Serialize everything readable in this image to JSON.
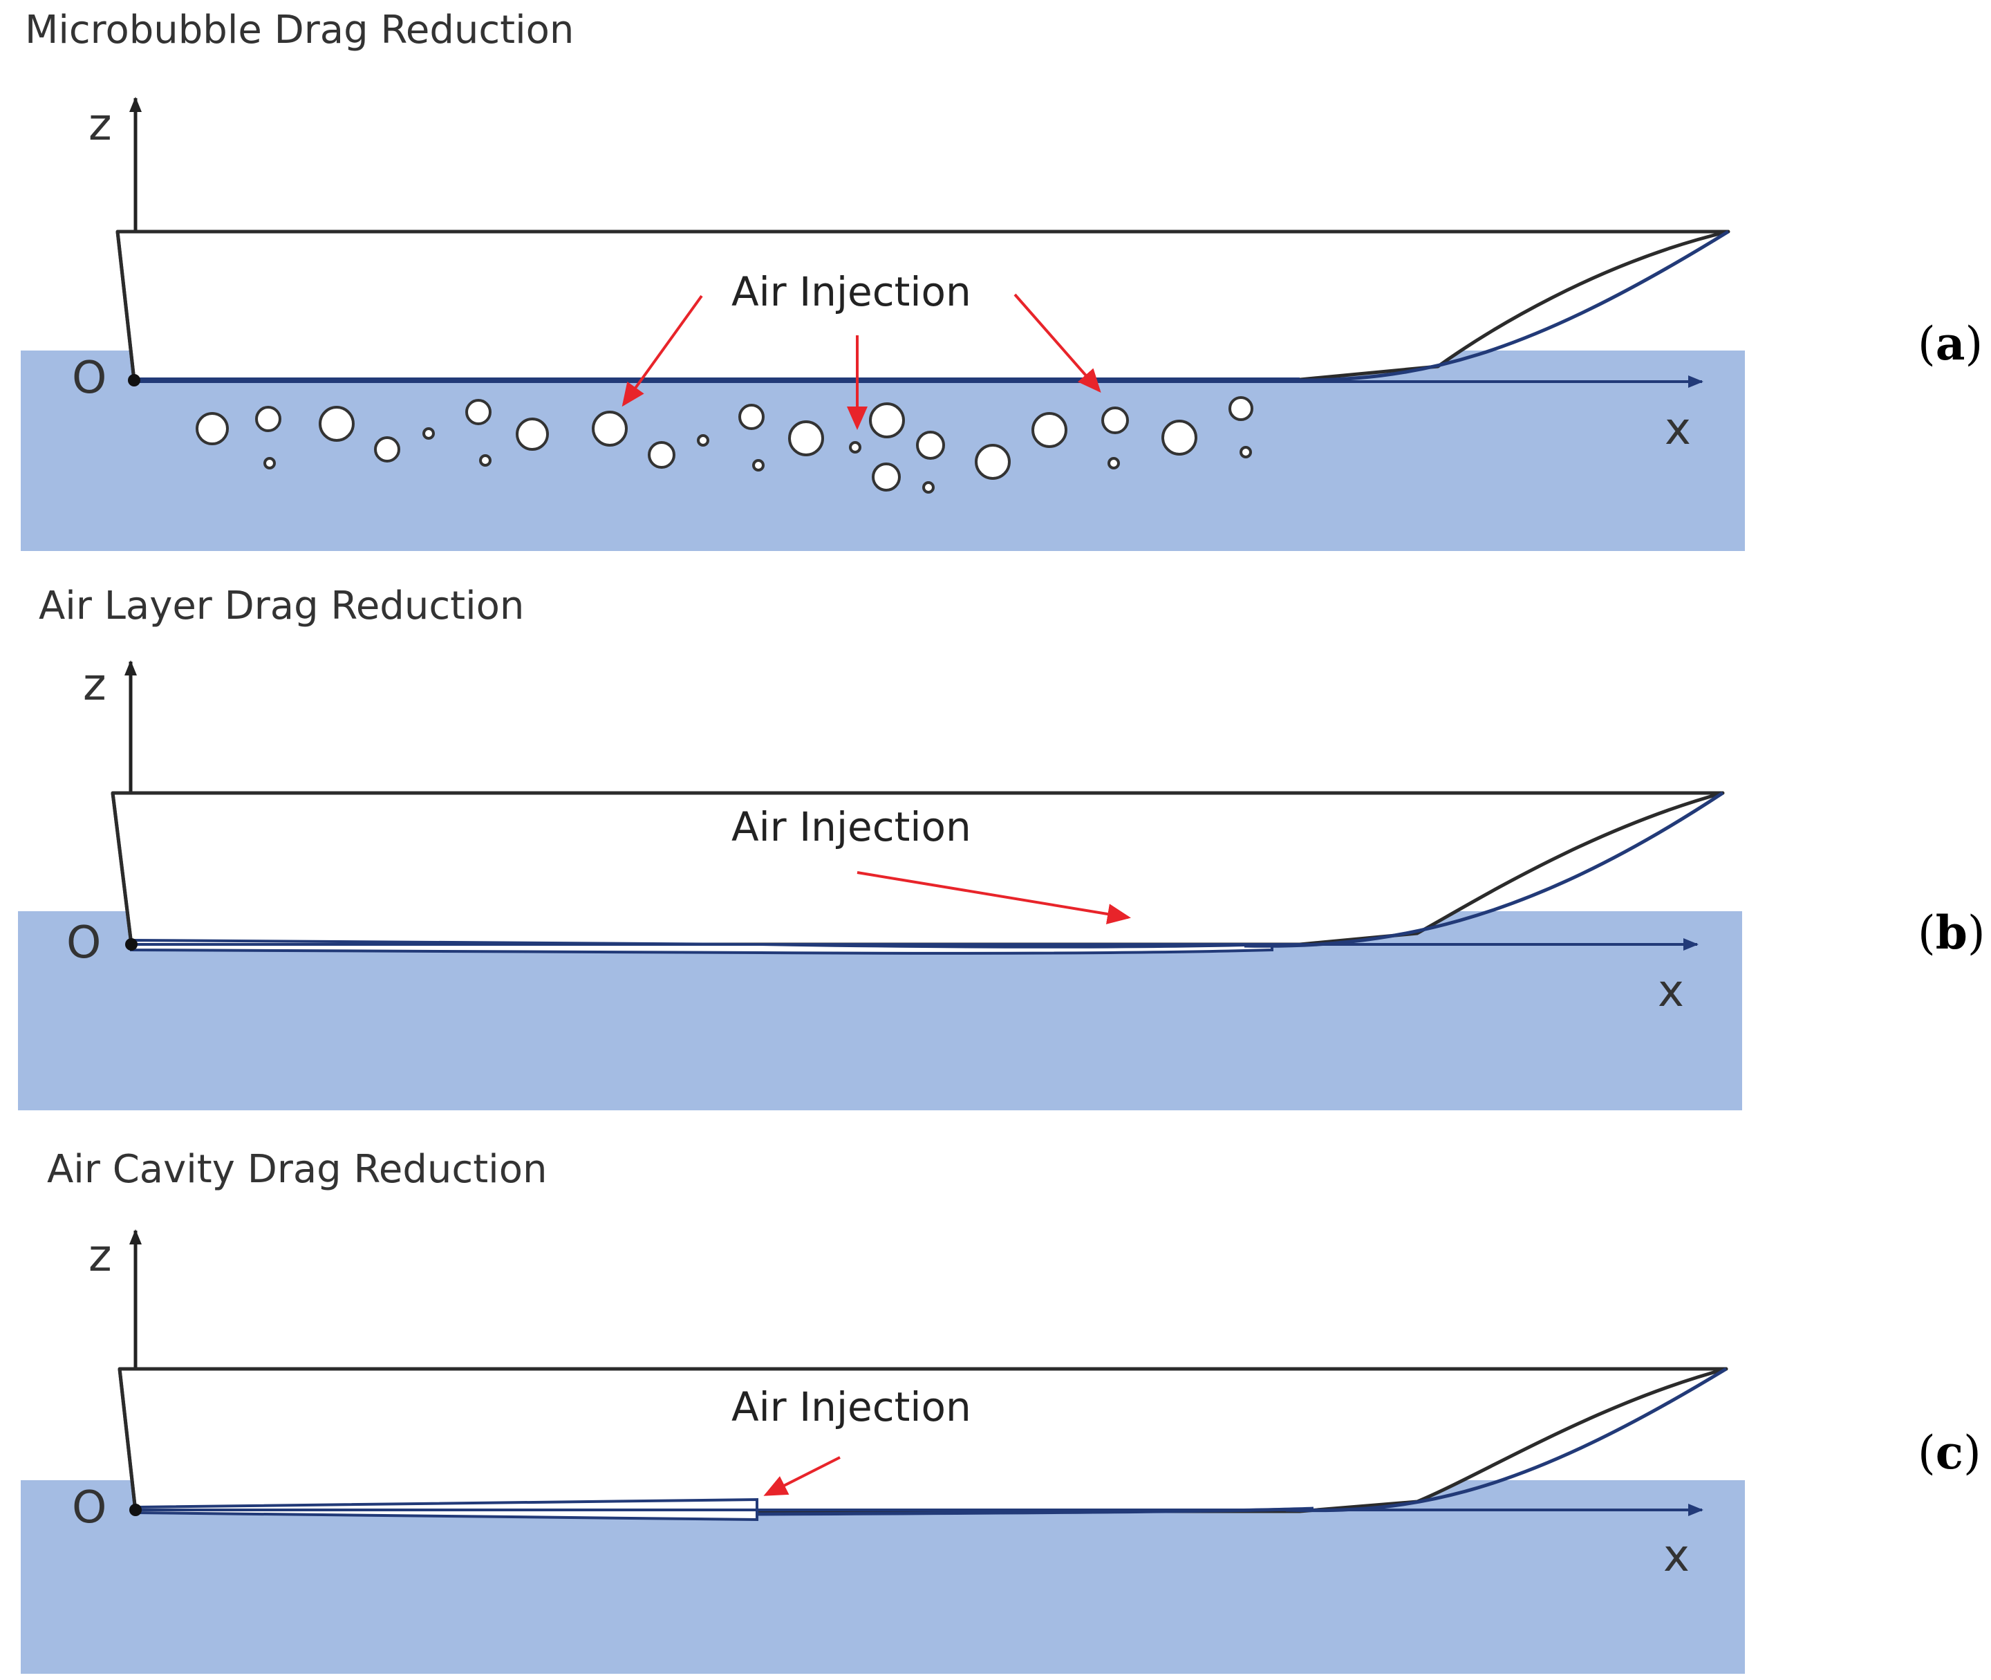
{
  "colors": {
    "water": "#a4bce3",
    "hull": "#2b2b2b",
    "keel": "#223a78",
    "arrow": "#e8242a",
    "bubble_fill": "#ffffff",
    "bubble_stroke": "#333333"
  },
  "panels": [
    {
      "id": "a",
      "title": "Microbubble Drag Reduction",
      "z_label": "z",
      "x_label": "x",
      "origin_label": "O",
      "annotation": "Air Injection",
      "panel_label_open": "(",
      "panel_label_letter": "a",
      "panel_label_close": ")"
    },
    {
      "id": "b",
      "title": "Air Layer Drag Reduction",
      "z_label": "z",
      "x_label": "x",
      "origin_label": "O",
      "annotation": "Air Injection",
      "panel_label_open": "(",
      "panel_label_letter": "b",
      "panel_label_close": ")"
    },
    {
      "id": "c",
      "title": "Air Cavity Drag Reduction",
      "z_label": "z",
      "x_label": "x",
      "origin_label": "O",
      "annotation": "Air Injection",
      "panel_label_open": "(",
      "panel_label_letter": "c",
      "panel_label_close": ")"
    }
  ]
}
